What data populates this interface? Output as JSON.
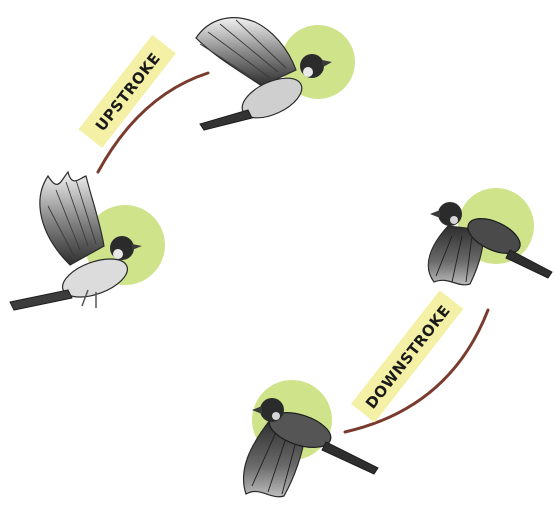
{
  "diagram": {
    "labels": {
      "upstroke": "UPSTROKE",
      "downstroke": "DOWNSTROKE"
    },
    "birds": [
      {
        "id": "bird-wings-raised",
        "halo_color": "#cfe48a"
      },
      {
        "id": "bird-upstroke-top",
        "halo_color": "#cfe48a"
      },
      {
        "id": "bird-downstroke-right",
        "halo_color": "#cfe48a"
      },
      {
        "id": "bird-downstroke-bottom",
        "halo_color": "#cfe48a"
      }
    ],
    "colors": {
      "arc": "#7a3b2e",
      "label_highlight": "#f4f0a6",
      "label_text": "#1a1a1a",
      "bird_dark": "#2b2b2b",
      "bird_mid": "#6c6c6c",
      "bird_light": "#e7e7e7"
    }
  }
}
